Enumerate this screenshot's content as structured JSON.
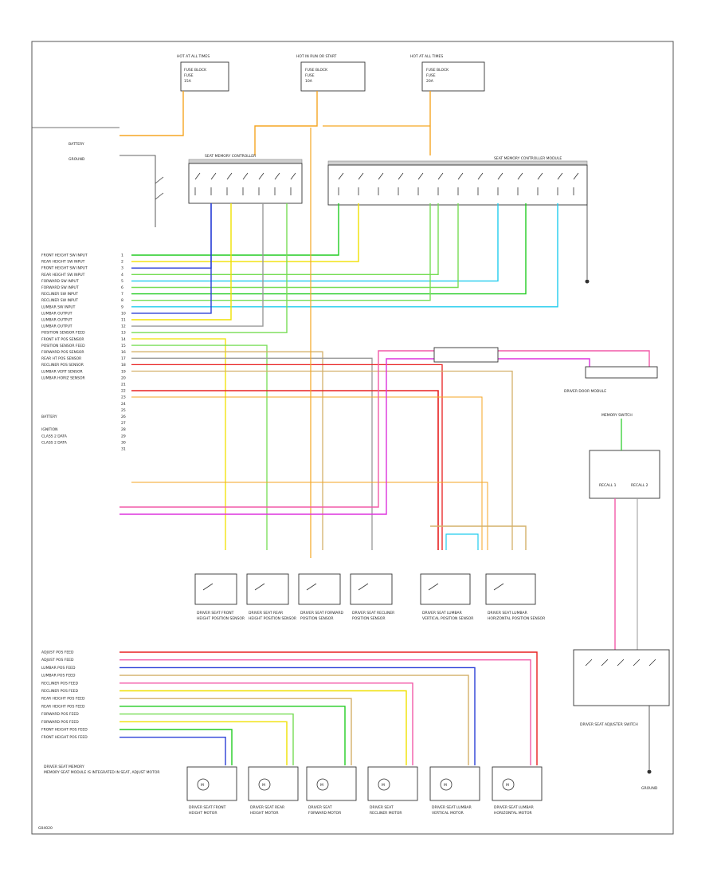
{
  "colors": {
    "green": "#22cc22",
    "yellow": "#f0e000",
    "blue": "#2a3fd6",
    "lightgreen": "#77dd55",
    "cyan": "#22ccee",
    "orange": "#f5a623",
    "tan": "#d4b06a",
    "red": "#e82020",
    "pink": "#f25aa8",
    "magenta": "#dd33dd",
    "gray": "#999999",
    "black": "#222222"
  },
  "fuses": [
    {
      "header": "HOT AT ALL TIMES",
      "lines": [
        "FUSE BLOCK",
        "FUSE",
        "15A"
      ]
    },
    {
      "header": "HOT IN RUN OR START",
      "lines": [
        "FUSE BLOCK",
        "FUSE",
        "10A"
      ]
    },
    {
      "header": "HOT AT ALL TIMES",
      "lines": [
        "FUSE BLOCK",
        "FUSE",
        "20A"
      ]
    }
  ],
  "modules": {
    "left": "SEAT MEMORY CONTROLLER",
    "right": "SEAT MEMORY CONTROLLER MODULE"
  },
  "left_pins": [
    "FRONT HEIGHT SW INPUT",
    "REAR HEIGHT SW INPUT",
    "FRONT HEIGHT SW INPUT",
    "REAR HEIGHT SW INPUT",
    "FORWARD SW INPUT",
    "FORWARD SW INPUT",
    "RECLINER SW INPUT",
    "RECLINER SW INPUT",
    "LUMBAR SW INPUT",
    "LUMBAR OUTPUT",
    "LUMBAR OUTPUT",
    "LUMBAR OUTPUT",
    "POSITION SENSOR FEED",
    "FRONT HT POS SENSOR",
    "POSITION SENSOR FEED",
    "FORWARD POS SENSOR",
    "REAR HT POS SENSOR",
    "RECLINER POS SENSOR",
    "LUMBAR VERT SENSOR",
    "LUMBAR HORIZ SENSOR",
    "",
    "",
    "",
    "",
    "",
    "BATTERY",
    "",
    "IGNITION",
    "CLASS 2 DATA",
    "CLASS 2 DATA",
    ""
  ],
  "bottom_pins": [
    "ADJUST POS FEED",
    "ADJUST POS FEED",
    "LUMBAR POS FEED",
    "LUMBAR POS FEED",
    "RECLINER POS FEED",
    "RECLINER POS FEED",
    "REAR HEIGHT POS FEED",
    "REAR HEIGHT POS FEED",
    "FORWARD POS FEED",
    "FORWARD POS FEED",
    "FRONT HEIGHT POS FEED",
    "FRONT HEIGHT POS FEED"
  ],
  "sensors": [
    "DRIVER SEAT FRONT HEIGHT POSITION SENSOR",
    "DRIVER SEAT REAR HEIGHT POSITION SENSOR",
    "DRIVER SEAT FORWARD POSITION SENSOR",
    "DRIVER SEAT RECLINER POSITION SENSOR",
    "DRIVER SEAT LUMBAR VERTICAL POSITION SENSOR",
    "DRIVER SEAT LUMBAR HORIZONTAL POSITION SENSOR"
  ],
  "motors": [
    "DRIVER SEAT FRONT HEIGHT MOTOR",
    "DRIVER SEAT REAR HEIGHT MOTOR",
    "DRIVER SEAT FORWARD MOTOR",
    "DRIVER SEAT RECLINER MOTOR",
    "DRIVER SEAT LUMBAR VERTICAL MOTOR",
    "DRIVER SEAT LUMBAR HORIZONTAL MOTOR"
  ],
  "right_side": {
    "data_link": "CLASS 2 DATA",
    "door_module": "DRIVER DOOR MODULE",
    "memory_switch": "MEMORY SWITCH",
    "recall": [
      "RECALL 1",
      "RECALL 2"
    ],
    "seat_switch": "DRIVER SEAT ADJUSTER SWITCH",
    "ground": "GROUND"
  },
  "labels": {
    "battery": "BATTERY",
    "ground": "GROUND",
    "driver_seat_memory": "DRIVER SEAT MEMORY",
    "note": "MEMORY SEAT MODULE IS INTEGRATED IN SEAT, ADJUST MOTOR"
  },
  "footer": "G04020"
}
